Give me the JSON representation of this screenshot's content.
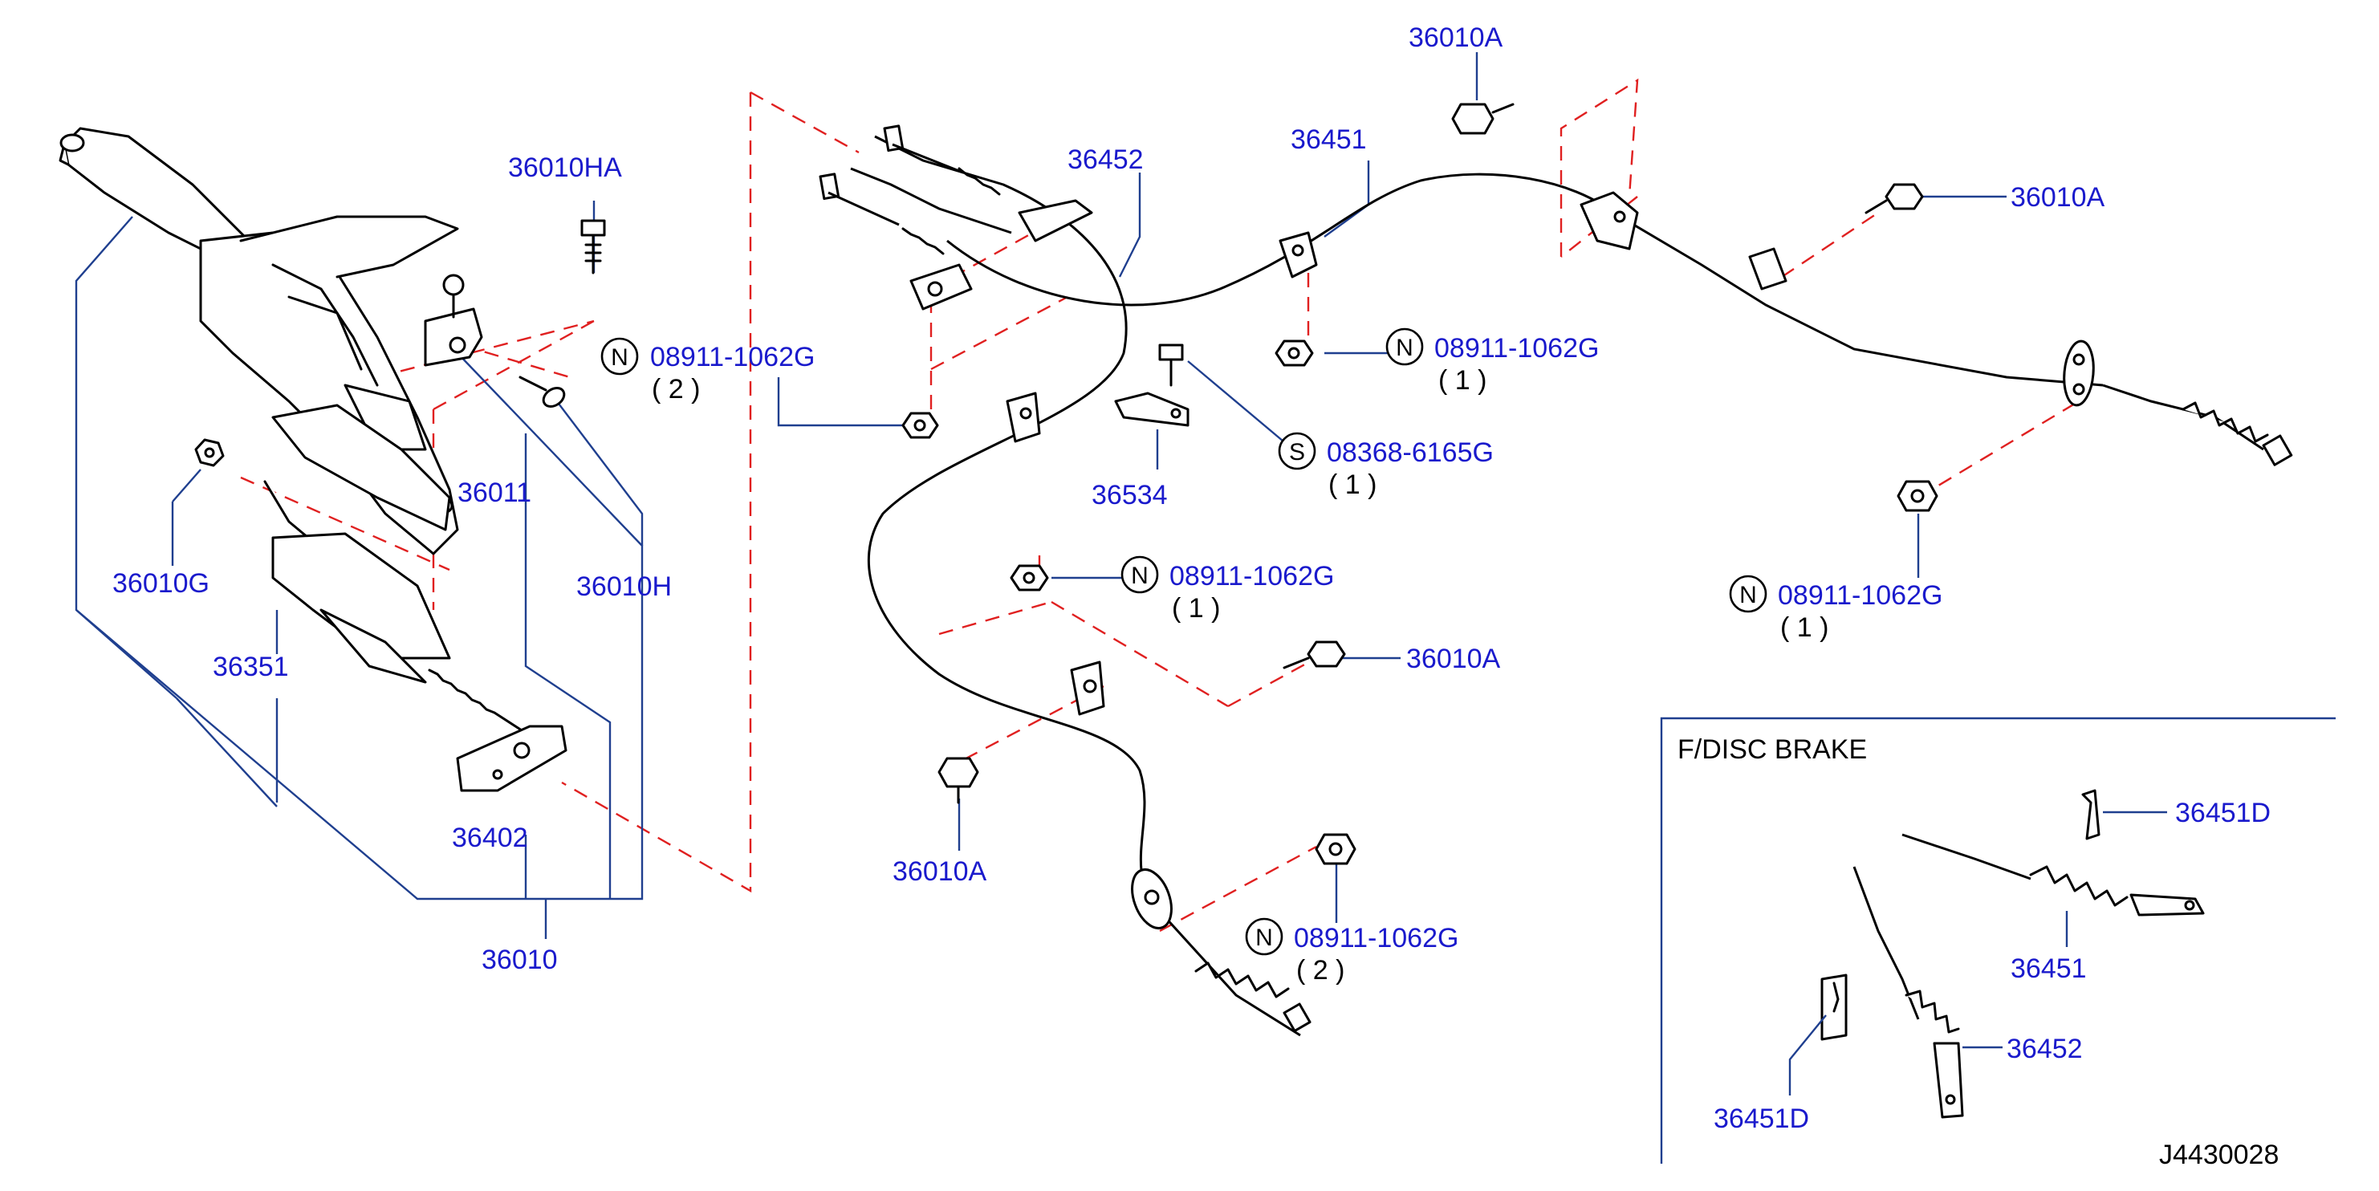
{
  "labels": {
    "p36010HA": "36010HA",
    "p36011": "36011",
    "p36010H": "36010H",
    "p36010G": "36010G",
    "p36351": "36351",
    "p36402": "36402",
    "p36010": "36010",
    "p36452": "36452",
    "p36451": "36451",
    "p36534": "36534",
    "p36010A_top": "36010A",
    "p36010A_right": "36010A",
    "p36010A_mid": "36010A",
    "p36010A_bottom": "36010A",
    "n_left": "08911-1062G",
    "n_center": "08911-1062G",
    "n_top": "08911-1062G",
    "n_right": "08911-1062G",
    "n_bottom": "08911-1062G",
    "s_screw": "08368-6165G",
    "inset_36451D_top": "36451D",
    "inset_36451": "36451",
    "inset_36452": "36452",
    "inset_36451D_bottom": "36451D"
  },
  "quantities": {
    "n_left": "( 2 )",
    "n_center": "( 1 )",
    "n_top": "( 1 )",
    "n_right": "( 1 )",
    "n_bottom": "( 2 )",
    "s_screw": "( 1 )"
  },
  "symbols": {
    "nut": "N",
    "screw": "S"
  },
  "inset": {
    "title": "F/DISC  BRAKE"
  },
  "diagram_id": "J4430028"
}
